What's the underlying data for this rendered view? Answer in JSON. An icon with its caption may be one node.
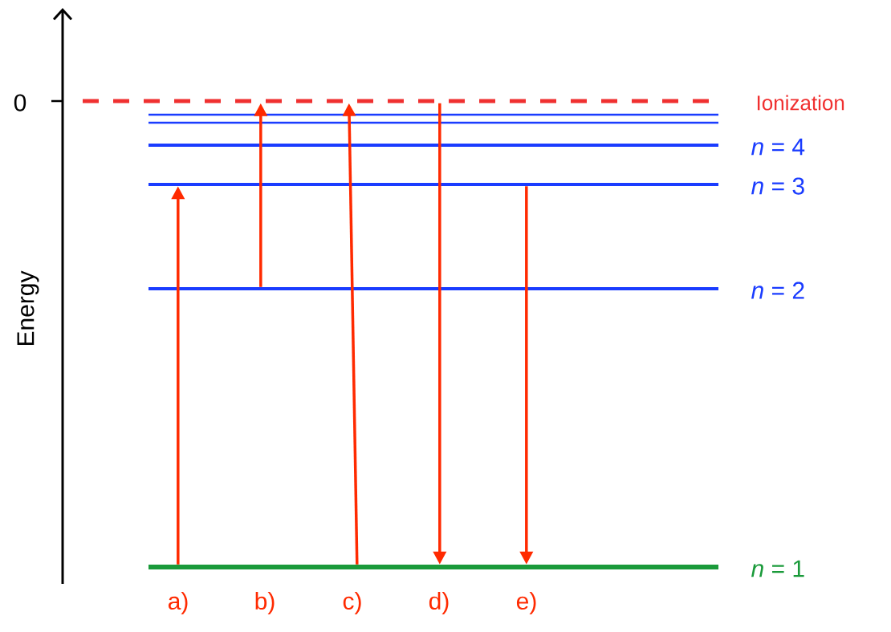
{
  "diagram": {
    "nodes": [
      {
        "text": [],
        "shape": "bar",
        "beside": [
          "Ionization"
        ]
      },
      {
        "text": [],
        "shape": "bar"
      },
      {
        "text": [],
        "shape": "bar"
      },
      {
        "text": [],
        "shape": "bar",
        "beside": [
          "*n* = 4"
        ]
      },
      {
        "text": [],
        "shape": "bar",
        "beside": [
          "*n* = 3"
        ]
      },
      {
        "text": [],
        "shape": "bar",
        "beside": [
          "*n* = 2"
        ]
      },
      {
        "text": [],
        "shape": "bar",
        "beside": [
          "*n* = 1"
        ]
      }
    ],
    "edges": [
      {
        "from": 6,
        "to": 4,
        "arrow": "to"
      },
      {
        "from": 5,
        "to": 0,
        "arrow": "to"
      },
      {
        "from": 6,
        "to": 0,
        "arrow": "to"
      },
      {
        "from": 0,
        "to": 6,
        "arrow": "to"
      },
      {
        "from": 4,
        "to": 6,
        "arrow": "to"
      }
    ],
    "labels": [
      "0",
      "Energy",
      "a)",
      "b)",
      "c)",
      "d)",
      "e)"
    ]
  }
}
